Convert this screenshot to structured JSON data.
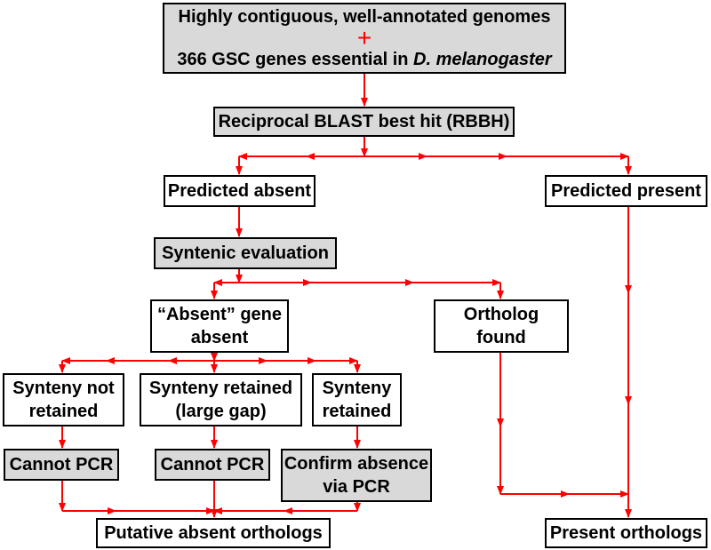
{
  "colors": {
    "arrow": "#ff0000",
    "highlight_fill": "#d9d9d9",
    "plain_fill": "#ffffff",
    "border": "#000000"
  },
  "nodes": {
    "input": {
      "line1": "Highly contiguous, well-annotated genomes",
      "plus": "+",
      "line2_prefix": "366 GSC genes essential in ",
      "line2_species": "D. melanogaster"
    },
    "rbbh": {
      "label": "Reciprocal BLAST best hit (RBBH)"
    },
    "predicted_absent": {
      "label": "Predicted absent"
    },
    "predicted_present": {
      "label": "Predicted present"
    },
    "syntenic_evaluation": {
      "label": "Syntenic evaluation"
    },
    "absent_gene_absent": {
      "line1": "“Absent” gene",
      "line2": "absent"
    },
    "ortholog_found": {
      "line1": "Ortholog",
      "line2": "found"
    },
    "synteny_not_retained": {
      "line1": "Synteny not",
      "line2": "retained"
    },
    "synteny_retained_large_gap": {
      "line1": "Synteny retained",
      "line2": "(large gap)"
    },
    "synteny_retained": {
      "line1": "Synteny",
      "line2": "retained"
    },
    "cannot_pcr_1": {
      "label": "Cannot PCR"
    },
    "cannot_pcr_2": {
      "label": "Cannot PCR"
    },
    "confirm_absence_pcr": {
      "line1": "Confirm absence",
      "line2": "via PCR"
    },
    "putative_absent_orthologs": {
      "label": "Putative absent orthologs"
    },
    "present_orthologs": {
      "label": "Present orthologs"
    }
  }
}
